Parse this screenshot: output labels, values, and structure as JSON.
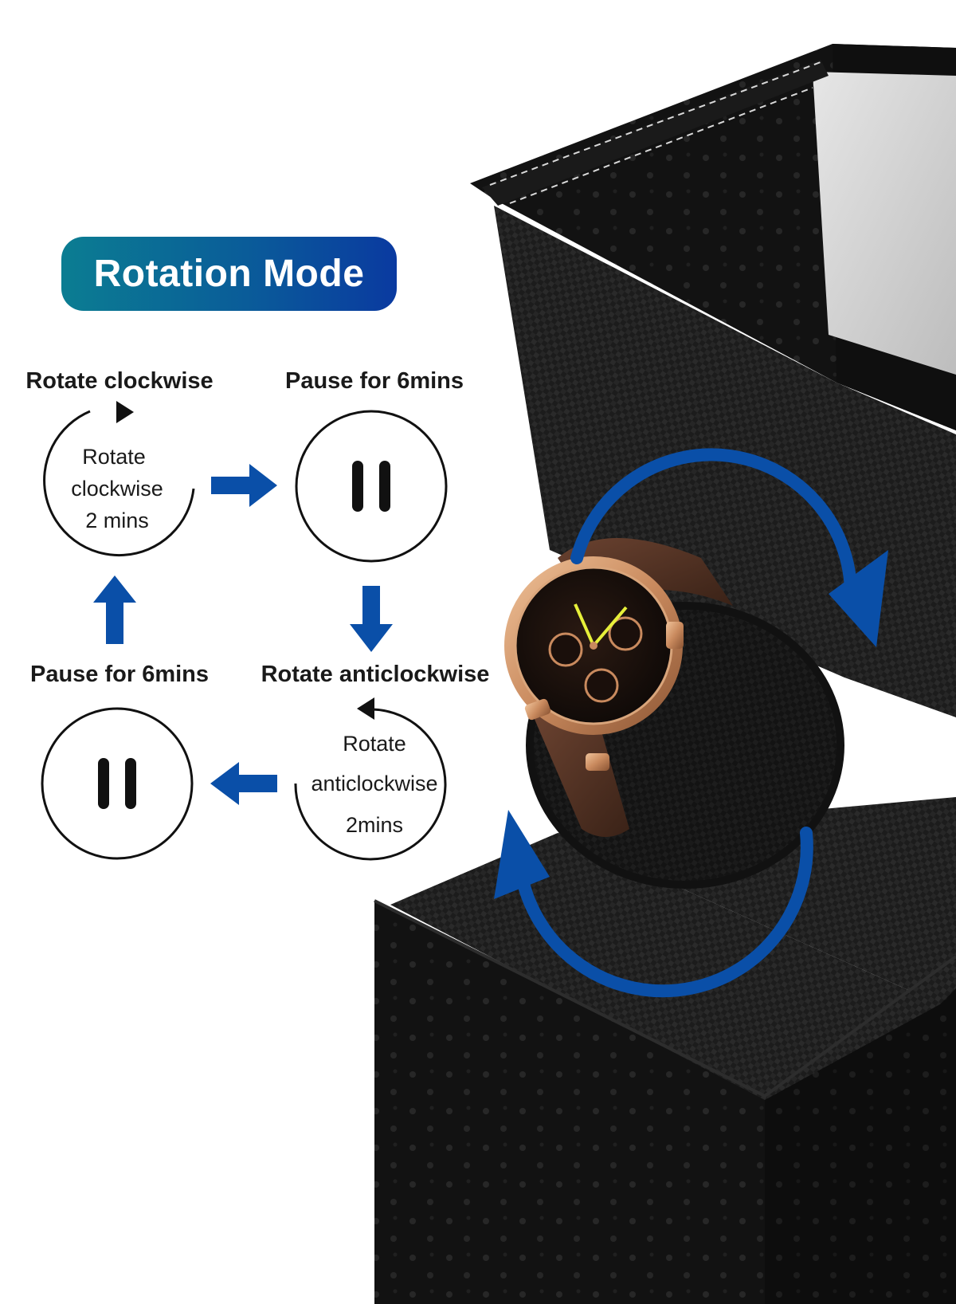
{
  "header": {
    "title": "Rotation Mode"
  },
  "cycle": {
    "steps": [
      {
        "label": "Rotate clockwise",
        "lines": [
          "Rotate",
          "clockwise",
          "2 mins"
        ]
      },
      {
        "label": "Pause for 6mins"
      },
      {
        "label": "Rotate anticlockwise",
        "lines": [
          "Rotate",
          "anticlockwise",
          "2mins"
        ]
      },
      {
        "label": "Pause for 6mins"
      }
    ]
  },
  "colors": {
    "accent_blue": "#0a4fa8",
    "badge_start": "#0b7d92",
    "badge_end": "#0a3aa0",
    "leather": "#141414",
    "rose_gold": "#c98a5e"
  },
  "icons": {
    "pause": "pause-icon",
    "flow_arrow": "arrow-icon",
    "rotation": "rotation-arrow-icon"
  }
}
